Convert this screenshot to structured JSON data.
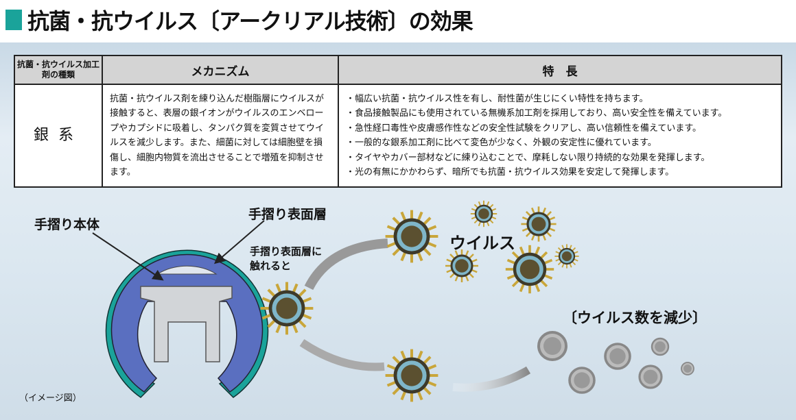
{
  "title": "抗菌・抗ウイルス〔アークリアル技術〕の効果",
  "table": {
    "headers": {
      "kind": "抗菌・抗ウイルス加工剤の種類",
      "mechanism": "メカニズム",
      "features": "特　長"
    },
    "row": {
      "kind": "銀系",
      "mechanism": "抗菌・抗ウイルス剤を練り込んだ樹脂層にウイルスが接触すると、表層の銀イオンがウイルスのエンベロープやカプシドに吸着し、タンパク質を変質させてウイルスを減少します。また、細菌に対しては細胞壁を損傷し、細胞内物質を流出させることで増殖を抑制させます。",
      "features": [
        "・幅広い抗菌・抗ウイルス性を有し、耐性菌が生じにくい特性を持ちます。",
        "・食品接触製品にも使用されている無機系加工剤を採用しており、高い安全性を備えています。",
        "・急性経口毒性や皮膚感作性などの安全性試験をクリアし、高い信頼性を備えています。",
        "・一般的な銀系加工剤に比べて変色が少なく、外観の安定性に優れています。",
        "・タイヤやカバー部材などに練り込むことで、摩耗しない限り持続的な効果を発揮します。",
        "・光の有無にかかわらず、暗所でも抗菌・抗ウイルス効果を安定して発揮します。"
      ]
    }
  },
  "diagram": {
    "body_label": "手摺り本体",
    "surface_label": "手摺り表面層",
    "contact_label_1": "手摺り表面層に",
    "contact_label_2": "触れると",
    "virus_label": "ウイルス",
    "reduce_label": "〔ウイルス数を減少〕",
    "image_note": "（イメージ図）"
  },
  "colors": {
    "accent": "#1aa39a",
    "body": "#5a6fc0",
    "virus": "#5b5030"
  }
}
